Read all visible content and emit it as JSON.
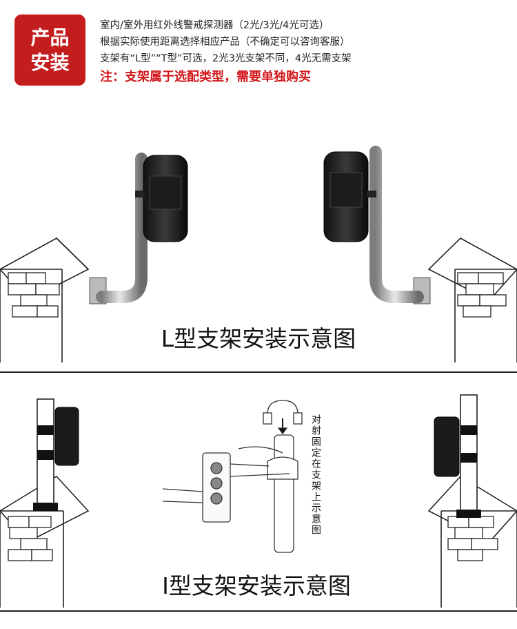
{
  "header": {
    "badge_line1": "产品",
    "badge_line2": "安装",
    "line1": "室内/室外用红外线警戒探测器（2光/3光/4光可选）",
    "line2": "根据实际使用距离选择相应产品（不确定可以咨询客服）",
    "line3": "支架有“L型”“T型”可选，2光3光支架不同，4光无需支架",
    "note": "注：支架属于选配类型，需要单独购买"
  },
  "section_l": {
    "caption": "L型支架安装示意图"
  },
  "section_i": {
    "caption": "I型支架安装示意图",
    "vertical_note": "对射固定在支架上示意图"
  },
  "colors": {
    "badge": "#c41d1d",
    "note": "#d2161a"
  }
}
